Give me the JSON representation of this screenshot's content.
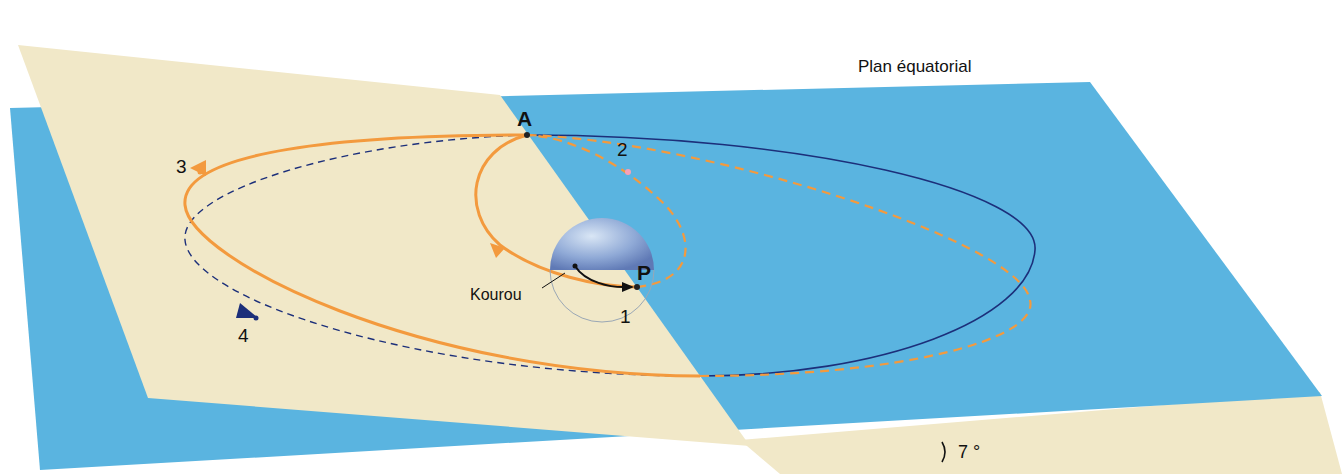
{
  "diagram": {
    "labels": [
      "Plan équatorial",
      "A",
      "2",
      "3",
      "P",
      "Kourou",
      "1",
      "4",
      "7 °"
    ]
  }
}
